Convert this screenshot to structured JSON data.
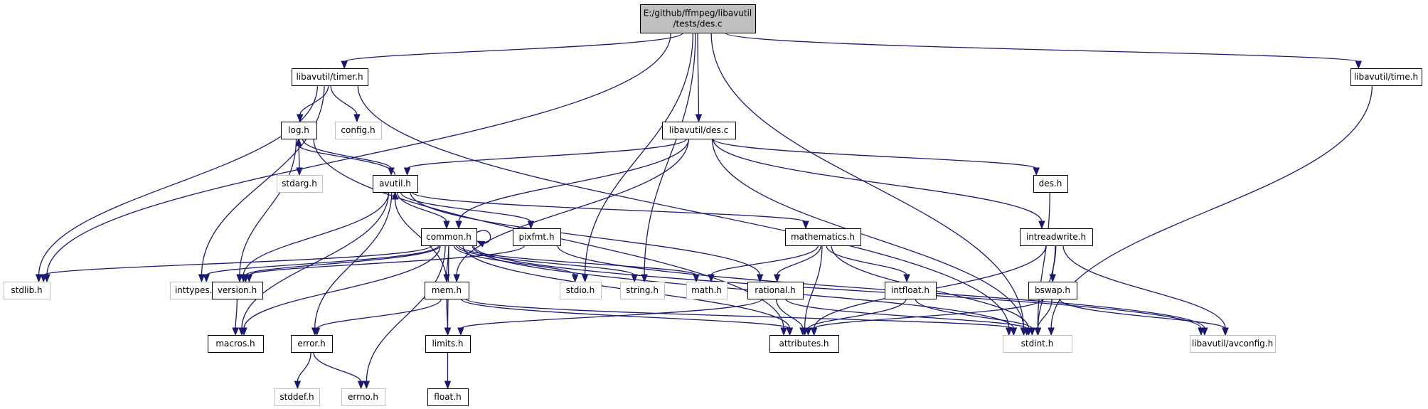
{
  "diagram": {
    "title": "",
    "colors": {
      "edge": "#191970",
      "root_fill": "#bfbfbf",
      "node_stroke": "#000000",
      "external_stroke": "#bfbfbf",
      "background": "#ffffff"
    },
    "nodes": [
      {
        "id": "root",
        "lines": [
          "E:/github/ffmpeg/libavutil",
          "/tests/des.c"
        ],
        "style": "root"
      },
      {
        "id": "timer",
        "lines": [
          "libavutil/timer.h"
        ],
        "style": "normal"
      },
      {
        "id": "log",
        "lines": [
          "log.h"
        ],
        "style": "normal"
      },
      {
        "id": "config",
        "lines": [
          "config.h"
        ],
        "style": "external"
      },
      {
        "id": "avutil",
        "lines": [
          "avutil.h"
        ],
        "style": "normal"
      },
      {
        "id": "stdarg",
        "lines": [
          "stdarg.h"
        ],
        "style": "external"
      },
      {
        "id": "descsrc",
        "lines": [
          "libavutil/des.c"
        ],
        "style": "normal"
      },
      {
        "id": "time",
        "lines": [
          "libavutil/time.h"
        ],
        "style": "normal"
      },
      {
        "id": "desh",
        "lines": [
          "des.h"
        ],
        "style": "normal"
      },
      {
        "id": "common",
        "lines": [
          "common.h"
        ],
        "style": "normal"
      },
      {
        "id": "pixfmt",
        "lines": [
          "pixfmt.h"
        ],
        "style": "normal"
      },
      {
        "id": "mathematics",
        "lines": [
          "mathematics.h"
        ],
        "style": "normal"
      },
      {
        "id": "intreadwrite",
        "lines": [
          "intreadwrite.h"
        ],
        "style": "normal"
      },
      {
        "id": "stdlib",
        "lines": [
          "stdlib.h"
        ],
        "style": "external"
      },
      {
        "id": "inttypes",
        "lines": [
          "inttypes.h"
        ],
        "style": "external"
      },
      {
        "id": "version",
        "lines": [
          "version.h"
        ],
        "style": "normal"
      },
      {
        "id": "mem",
        "lines": [
          "mem.h"
        ],
        "style": "normal"
      },
      {
        "id": "stdio",
        "lines": [
          "stdio.h"
        ],
        "style": "external"
      },
      {
        "id": "string",
        "lines": [
          "string.h"
        ],
        "style": "external"
      },
      {
        "id": "math",
        "lines": [
          "math.h"
        ],
        "style": "external"
      },
      {
        "id": "rational",
        "lines": [
          "rational.h"
        ],
        "style": "normal"
      },
      {
        "id": "intfloat",
        "lines": [
          "intfloat.h"
        ],
        "style": "normal"
      },
      {
        "id": "bswap",
        "lines": [
          "bswap.h"
        ],
        "style": "normal"
      },
      {
        "id": "macros",
        "lines": [
          "macros.h"
        ],
        "style": "normal"
      },
      {
        "id": "error",
        "lines": [
          "error.h"
        ],
        "style": "normal"
      },
      {
        "id": "limits",
        "lines": [
          "limits.h"
        ],
        "style": "normal"
      },
      {
        "id": "attributes",
        "lines": [
          "attributes.h"
        ],
        "style": "normal"
      },
      {
        "id": "stdint",
        "lines": [
          "stdint.h"
        ],
        "style": "external"
      },
      {
        "id": "avconfig",
        "lines": [
          "libavutil/avconfig.h"
        ],
        "style": "external"
      },
      {
        "id": "stddef",
        "lines": [
          "stddef.h"
        ],
        "style": "external"
      },
      {
        "id": "errno",
        "lines": [
          "errno.h"
        ],
        "style": "external"
      },
      {
        "id": "float",
        "lines": [
          "float.h"
        ],
        "style": "normal"
      }
    ],
    "edges": [
      [
        "root",
        "timer"
      ],
      [
        "root",
        "descsrc"
      ],
      [
        "root",
        "stdlib"
      ],
      [
        "root",
        "stdio"
      ],
      [
        "root",
        "string"
      ],
      [
        "root",
        "time"
      ],
      [
        "root",
        "stdint"
      ],
      [
        "timer",
        "log"
      ],
      [
        "timer",
        "config"
      ],
      [
        "timer",
        "stdlib"
      ],
      [
        "timer",
        "inttypes"
      ],
      [
        "timer",
        "stdint"
      ],
      [
        "log",
        "avutil"
      ],
      [
        "log",
        "stdarg"
      ],
      [
        "log",
        "version"
      ],
      [
        "log",
        "attributes"
      ],
      [
        "avutil",
        "log"
      ],
      [
        "avutil",
        "common"
      ],
      [
        "avutil",
        "pixfmt"
      ],
      [
        "avutil",
        "mathematics"
      ],
      [
        "avutil",
        "rational"
      ],
      [
        "avutil",
        "version"
      ],
      [
        "avutil",
        "macros"
      ],
      [
        "avutil",
        "error"
      ],
      [
        "descsrc",
        "avutil"
      ],
      [
        "descsrc",
        "common"
      ],
      [
        "descsrc",
        "mem"
      ],
      [
        "descsrc",
        "desh"
      ],
      [
        "descsrc",
        "intreadwrite"
      ],
      [
        "descsrc",
        "stdint"
      ],
      [
        "time",
        "stdint"
      ],
      [
        "desh",
        "stdint"
      ],
      [
        "common",
        "common"
      ],
      [
        "common",
        "stdlib"
      ],
      [
        "common",
        "inttypes"
      ],
      [
        "common",
        "version"
      ],
      [
        "common",
        "macros"
      ],
      [
        "common",
        "errno"
      ],
      [
        "common",
        "limits"
      ],
      [
        "common",
        "mem"
      ],
      [
        "common",
        "stdio"
      ],
      [
        "common",
        "string"
      ],
      [
        "common",
        "math"
      ],
      [
        "common",
        "attributes"
      ],
      [
        "common",
        "stdint"
      ],
      [
        "common",
        "avconfig"
      ],
      [
        "pixfmt",
        "version"
      ],
      [
        "pixfmt",
        "avconfig"
      ],
      [
        "mathematics",
        "math"
      ],
      [
        "mathematics",
        "rational"
      ],
      [
        "mathematics",
        "intfloat"
      ],
      [
        "mathematics",
        "attributes"
      ],
      [
        "mathematics",
        "stdint"
      ],
      [
        "intreadwrite",
        "bswap"
      ],
      [
        "intreadwrite",
        "attributes"
      ],
      [
        "intreadwrite",
        "stdint"
      ],
      [
        "intreadwrite",
        "avconfig"
      ],
      [
        "version",
        "macros"
      ],
      [
        "mem",
        "avutil"
      ],
      [
        "mem",
        "error"
      ],
      [
        "mem",
        "limits"
      ],
      [
        "mem",
        "attributes"
      ],
      [
        "mem",
        "stdint"
      ],
      [
        "rational",
        "limits"
      ],
      [
        "rational",
        "attributes"
      ],
      [
        "rational",
        "stdint"
      ],
      [
        "intfloat",
        "attributes"
      ],
      [
        "intfloat",
        "stdint"
      ],
      [
        "bswap",
        "attributes"
      ],
      [
        "bswap",
        "stdint"
      ],
      [
        "bswap",
        "avconfig"
      ],
      [
        "error",
        "stddef"
      ],
      [
        "error",
        "errno"
      ],
      [
        "limits",
        "float"
      ]
    ]
  }
}
